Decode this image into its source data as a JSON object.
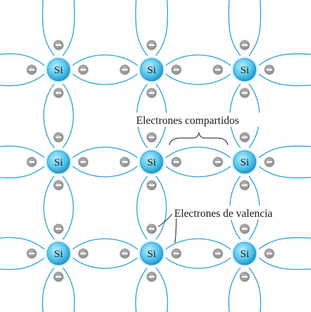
{
  "diagram": {
    "atom_symbol": "Si",
    "electron_symbol": "−",
    "annotations": {
      "shared_electrons": "Electrones compartidos",
      "valence_electrons": "Electrones de valencia"
    },
    "colors": {
      "atom_fill": "#5cc8ee",
      "atom_highlight": "#b8ecfb",
      "atom_edge": "#1a8fc4",
      "bond_line": "#2aa3d6",
      "electron_fill": "#9a9a9a",
      "electron_ring": "#e6e6e6",
      "text": "#1a1a1a"
    },
    "lattice": {
      "rows": 3,
      "columns": 3
    }
  }
}
